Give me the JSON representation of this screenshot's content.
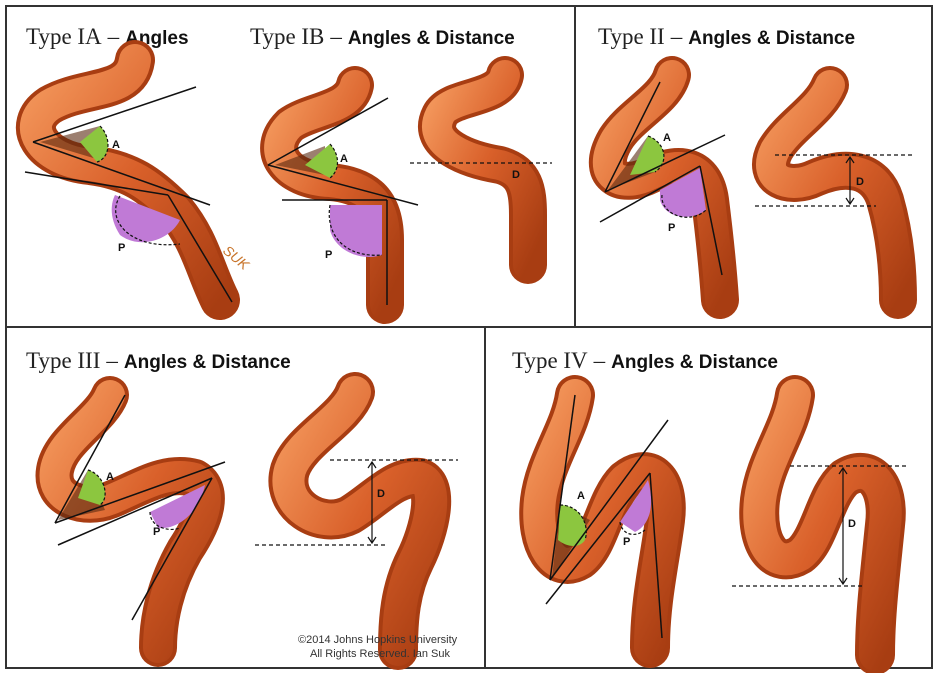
{
  "panels": [
    {
      "title": "Type IA",
      "subtitle": "Angles"
    },
    {
      "title": "Type IB",
      "subtitle": "Angles & Distance"
    },
    {
      "title": "Type II",
      "subtitle": "Angles & Distance"
    },
    {
      "title": "Type III",
      "subtitle": "Angles & Distance"
    },
    {
      "title": "Type IV",
      "subtitle": "Angles & Distance"
    }
  ],
  "dash": "–",
  "labels": {
    "anterior": "A",
    "posterior": "P",
    "distance": "D"
  },
  "signature": "SUK",
  "copyright": {
    "line1": "©2014 Johns Hopkins University",
    "line2": "All Rights Reserved. Ian Suk"
  },
  "colors": {
    "artery": "#d2581f",
    "artery_dark": "#a83d12",
    "artery_light": "#f08a4e",
    "angle_a": "#8cc63f",
    "angle_p": "#c07ad6",
    "inner_shadow": "#5a2a10"
  }
}
